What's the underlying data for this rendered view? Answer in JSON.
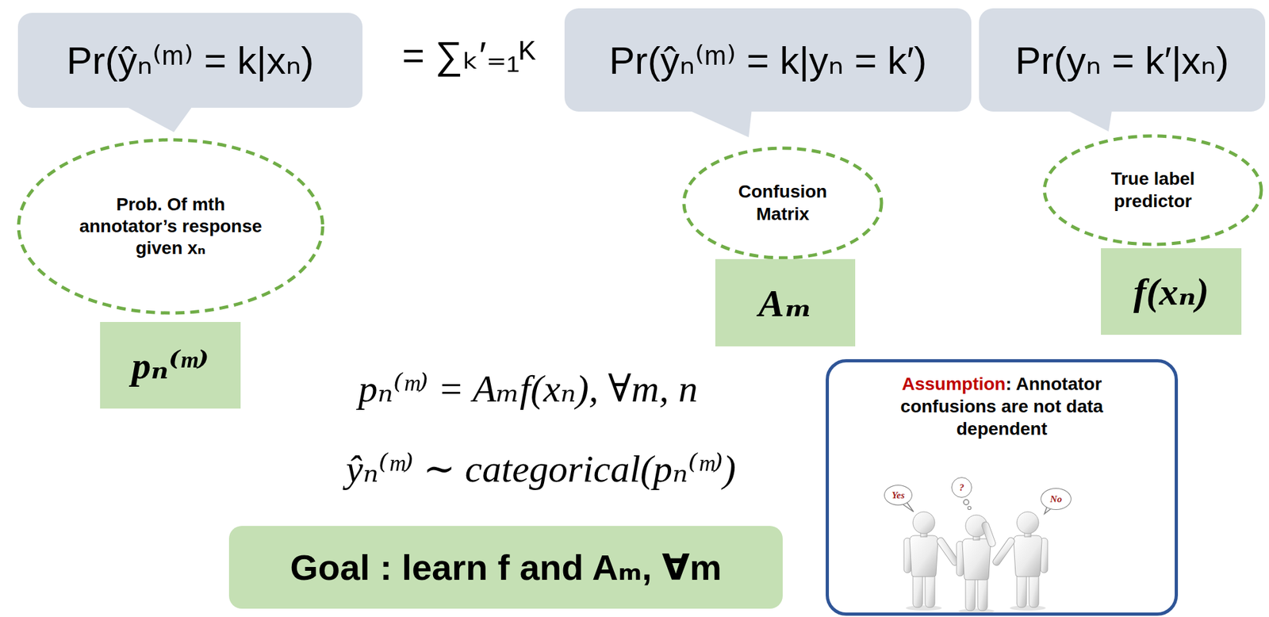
{
  "diagram": {
    "nodes": [
      {
        "text": [
          "Pr(ŷₙ⁽ᵐ⁾ = k|xₙ)"
        ]
      },
      {
        "text": [
          "Pr(ŷₙ⁽ᵐ⁾ = k|yₙ = k′)"
        ]
      },
      {
        "text": [
          "Pr(yₙ = k′|xₙ)"
        ]
      },
      {
        "text": [
          "Prob. Of mth annotator’s response given xₙ"
        ]
      },
      {
        "text": [
          "Confusion Matrix"
        ]
      },
      {
        "text": [
          "True label predictor"
        ]
      },
      {
        "text": [
          "pₙ⁽ᵐ⁾"
        ]
      },
      {
        "text": [
          "Aₘ"
        ]
      },
      {
        "text": [
          "f(xₙ)"
        ]
      },
      {
        "text": [
          "Goal : learn f and Aₘ, ∀m"
        ]
      },
      {
        "text": [
          "Assumption",
          ": Annotator confusions are not data dependent"
        ]
      },
      {
        "text": [
          "Yes"
        ],
        "in": 10
      },
      {
        "text": [
          "?"
        ],
        "in": 10
      },
      {
        "text": [
          "No"
        ],
        "in": 10
      }
    ],
    "labels": [
      "= ∑ₖ′₌₁ᴷ",
      "pₙ⁽ᵐ⁾ = Aₘf(xₙ), ∀m, n",
      "ŷₙ⁽ᵐ⁾ ∼ categorical(pₙ⁽ᵐ⁾)"
    ]
  }
}
